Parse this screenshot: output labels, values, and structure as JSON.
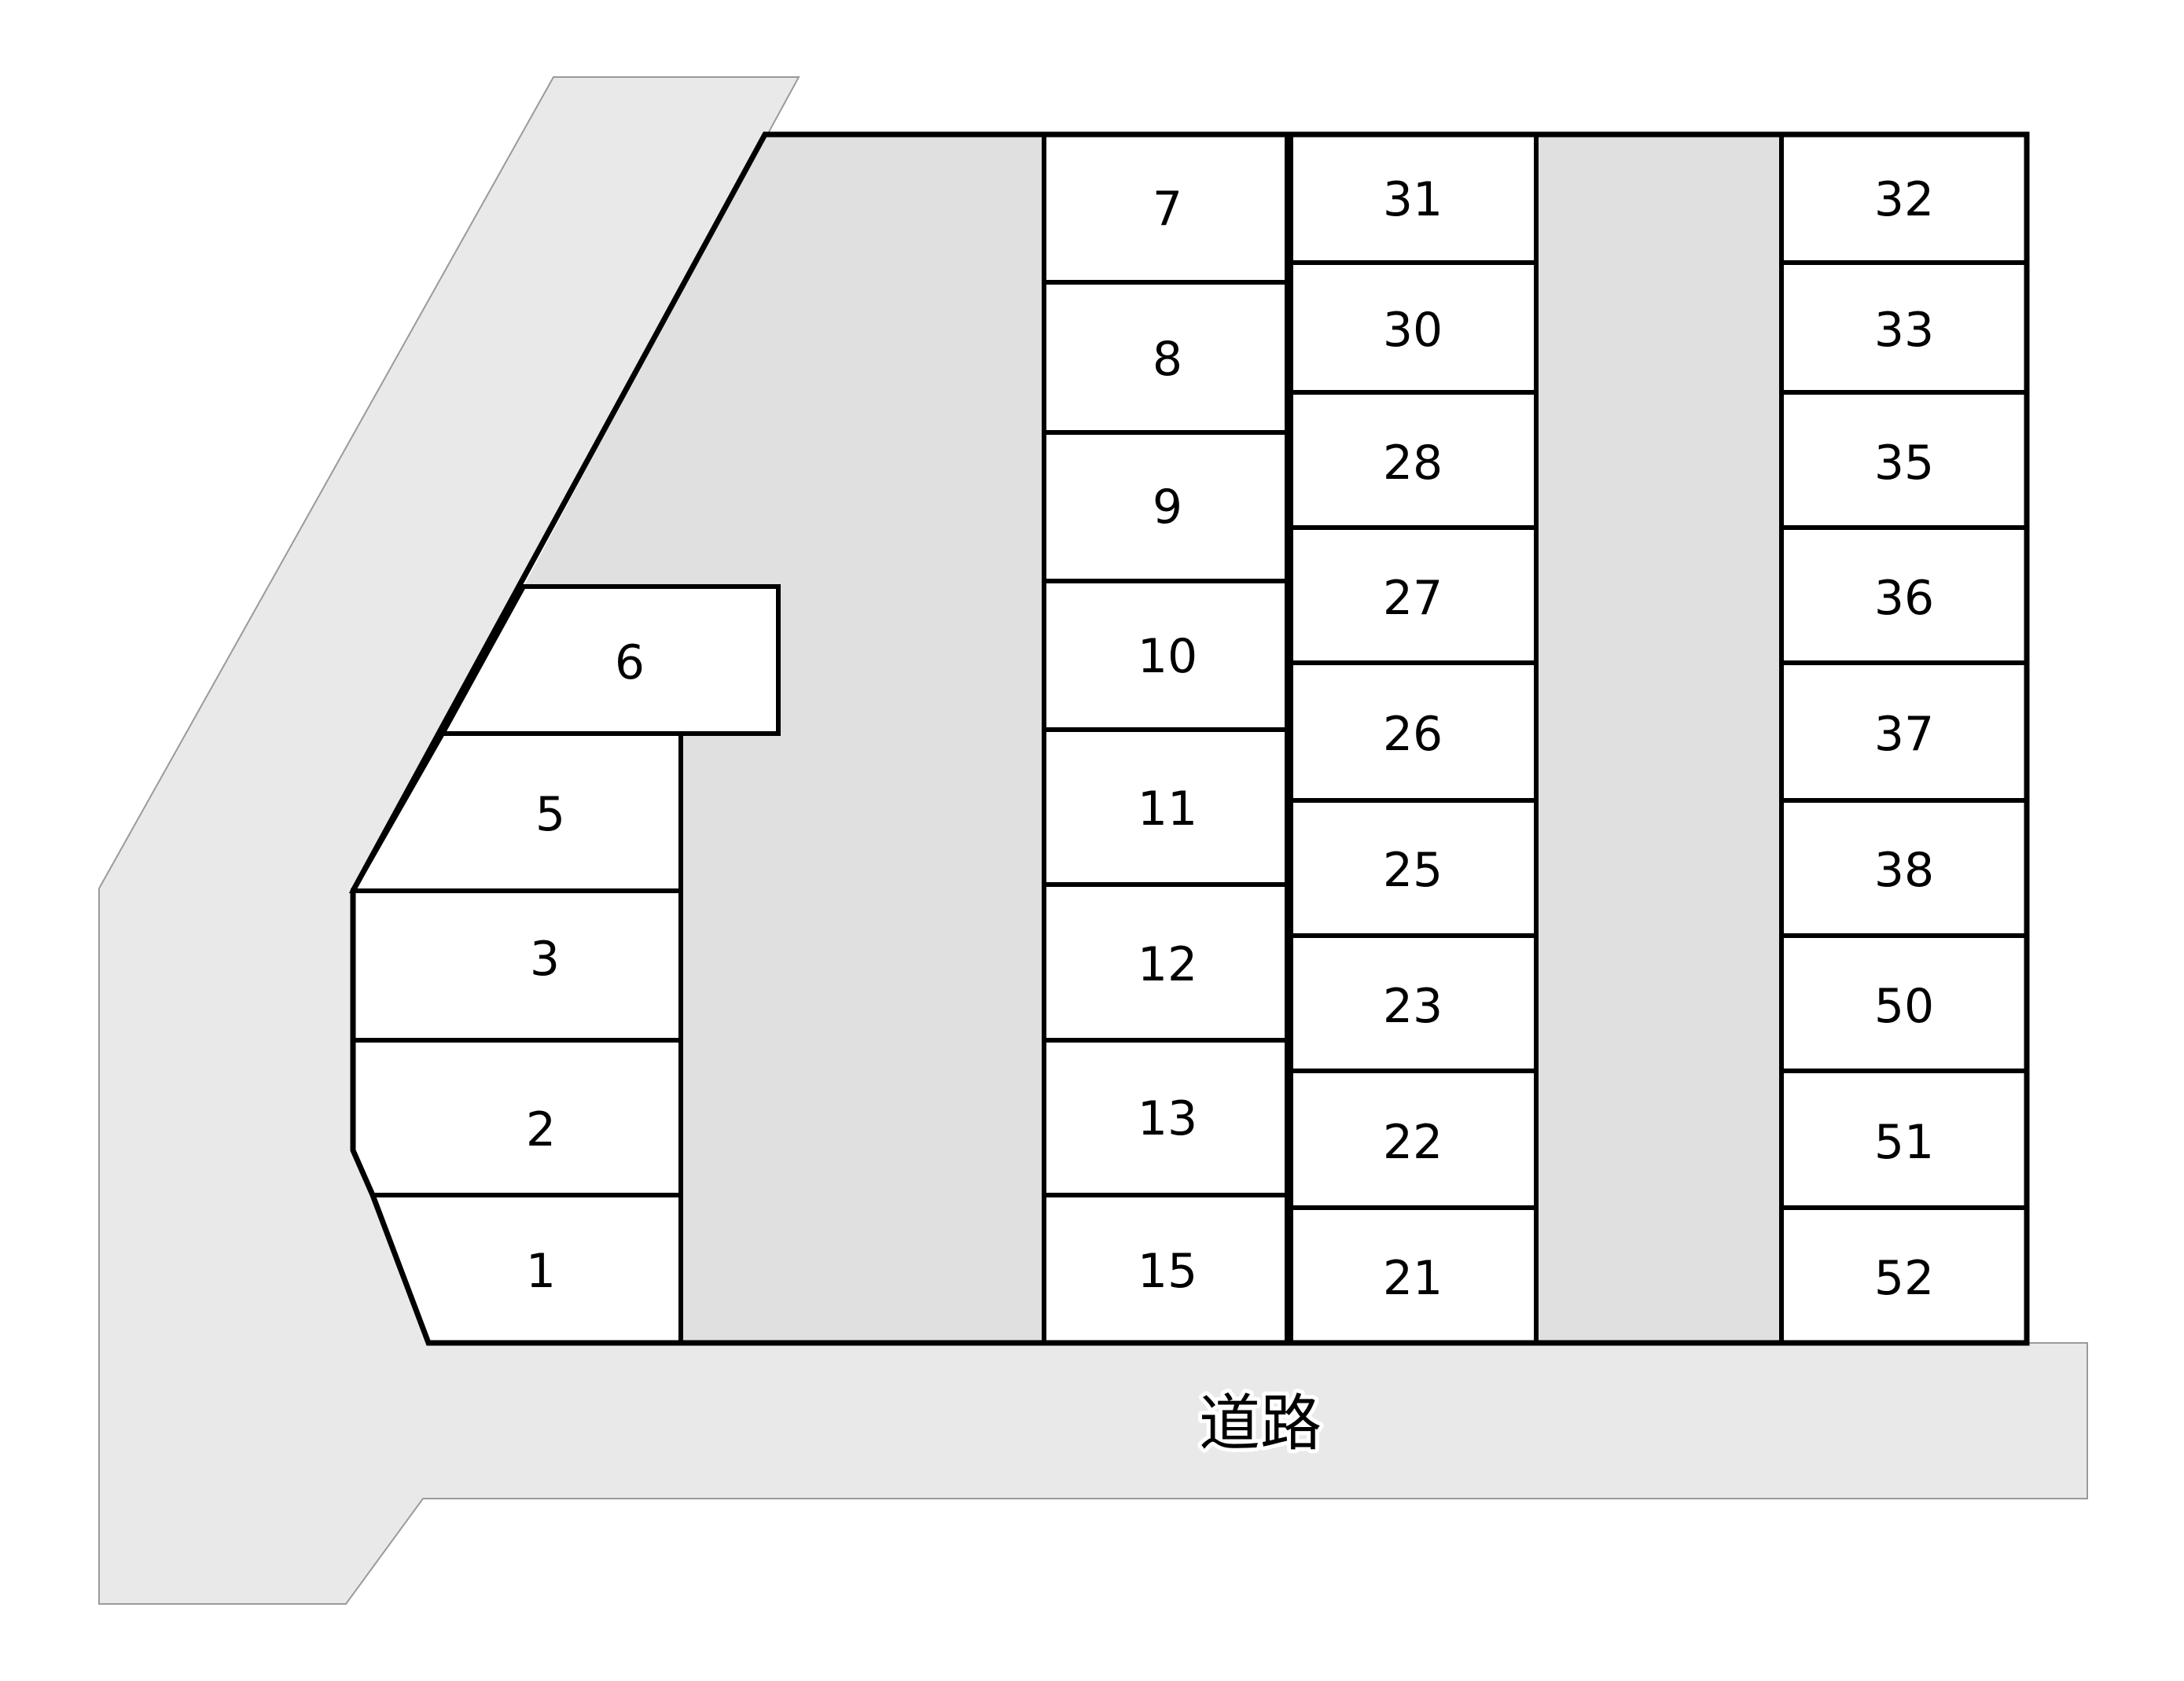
{
  "road": {
    "label": "道路"
  },
  "colors": {
    "road": "#e9e9e9",
    "aisle": "#e0e0e0",
    "space": "#ffffff",
    "line": "#000000"
  },
  "spaces": [
    "1",
    "2",
    "3",
    "5",
    "6",
    "7",
    "8",
    "9",
    "10",
    "11",
    "12",
    "13",
    "15",
    "21",
    "22",
    "23",
    "25",
    "26",
    "27",
    "28",
    "30",
    "31",
    "32",
    "33",
    "35",
    "36",
    "37",
    "38",
    "50",
    "51",
    "52"
  ]
}
